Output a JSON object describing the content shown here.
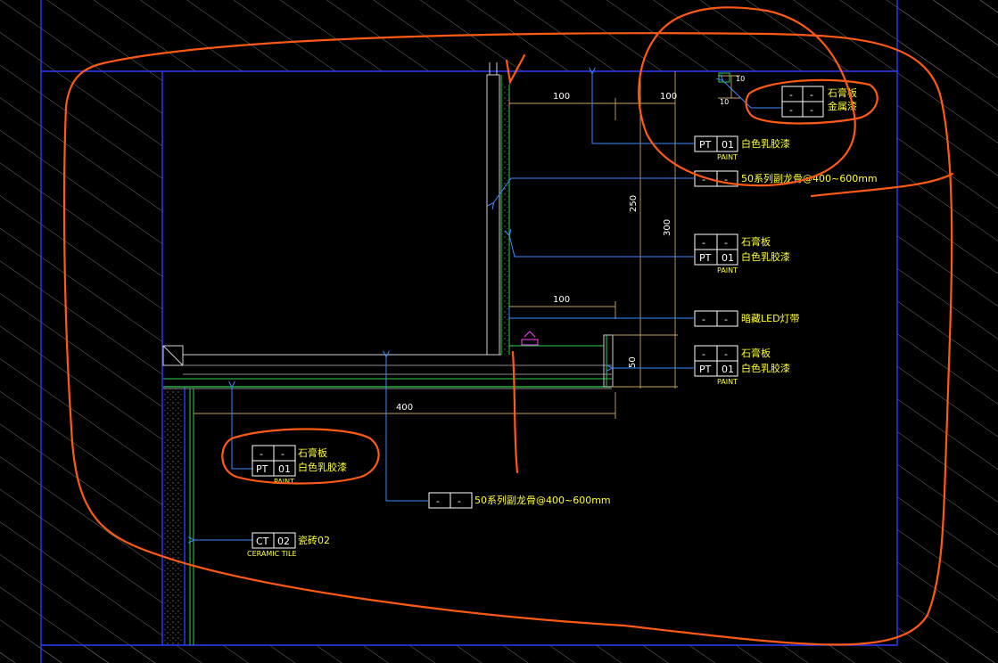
{
  "dimensions": {
    "d100_top_left": "100",
    "d100_top_right": "100",
    "d10_h": "10",
    "d10_v": "10",
    "d250": "250",
    "d300": "300",
    "d100_mid": "100",
    "d50": "50",
    "d400": "400"
  },
  "tags": {
    "tag_metal": {
      "row1_a": "-",
      "row1_b": "-",
      "row2_a": "-",
      "row2_b": "-",
      "line1": "石膏板",
      "line2": "金属漆"
    },
    "tag_pt_top": {
      "code": "PT",
      "num": "01",
      "note": "白色乳胶漆",
      "sub": "PAINT"
    },
    "tag_keel_top": {
      "a": "-",
      "b": "-",
      "note": "50系列副龙骨@400~600mm"
    },
    "tag_gypsum_mid": {
      "a": "-",
      "b": "-",
      "line1": "石膏板",
      "code": "PT",
      "num": "01",
      "note": "白色乳胶漆",
      "sub": "PAINT"
    },
    "tag_led": {
      "a": "-",
      "b": "-",
      "note": "暗藏LED灯带"
    },
    "tag_gypsum_low": {
      "a": "-",
      "b": "-",
      "line1": "石膏板",
      "code": "PT",
      "num": "01",
      "note": "白色乳胶漆",
      "sub": "PAINT"
    },
    "tag_gypsum_left": {
      "a": "-",
      "b": "-",
      "line1": "石膏板",
      "code": "PT",
      "num": "01",
      "note": "白色乳胶漆",
      "sub": "PAINT"
    },
    "tag_keel_bottom": {
      "a": "-",
      "b": "-",
      "note": "50系列副龙骨@400~600mm"
    },
    "tag_ceramic": {
      "code": "CT",
      "num": "02",
      "note": "瓷砖02",
      "sub": "CERAMIC TILE"
    }
  },
  "colors": {
    "background": "#000000",
    "frame_blue": "#2d3cff",
    "leader_blue": "#3a8cff",
    "dim_tan": "#c8a060",
    "markup_orange": "#ff5a14",
    "hatch_gray": "#6e6e6e",
    "wall_green": "#2ad14a",
    "label_yellow": "#ffff33",
    "text_white": "#ffffff"
  }
}
